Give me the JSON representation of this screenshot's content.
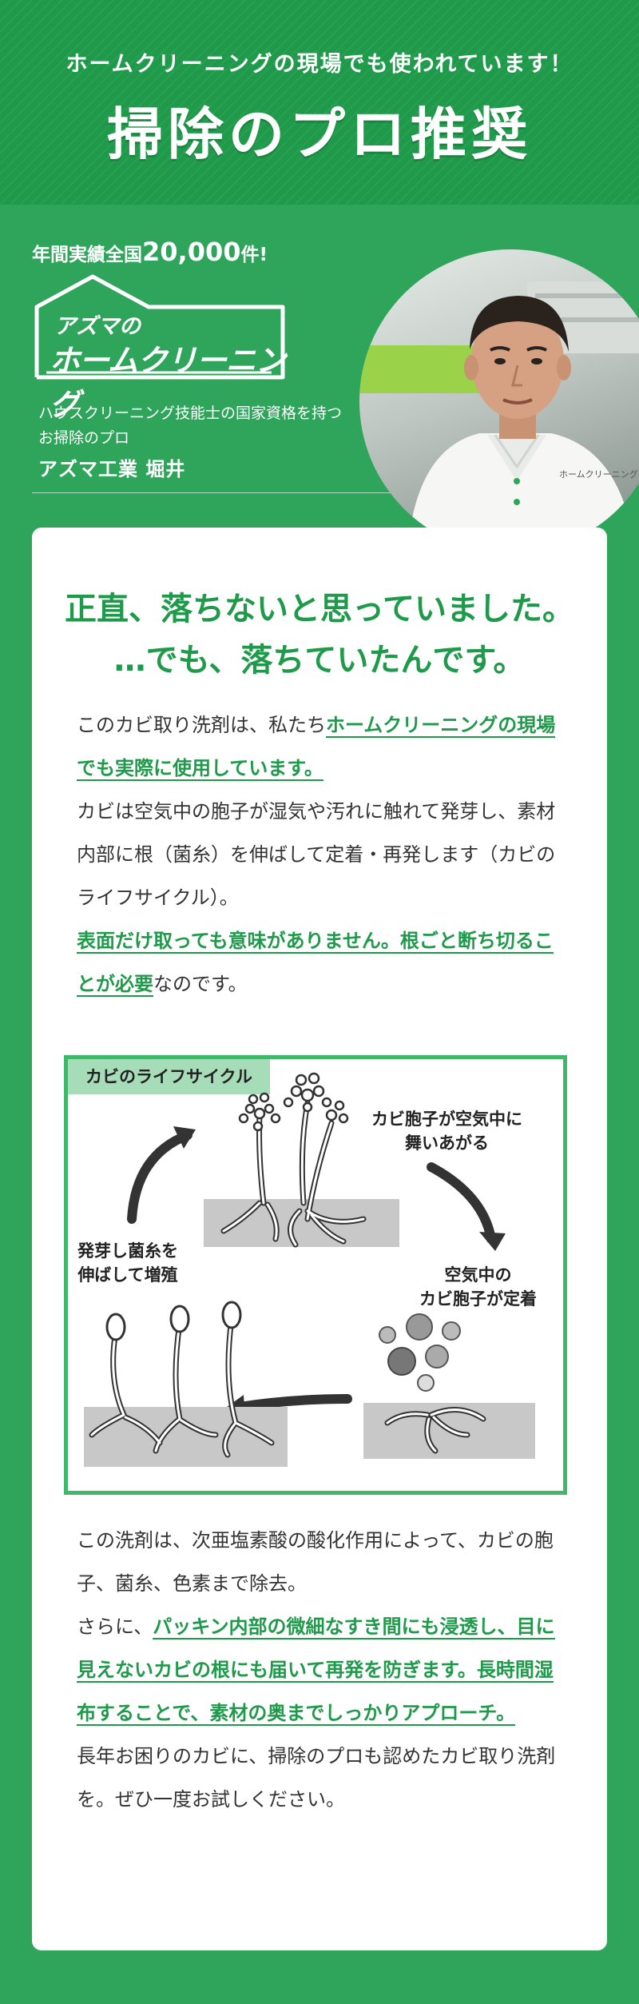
{
  "header": {
    "subtitle": "ホームクリーニングの現場でも使われています！",
    "title": "掃除のプロ推奨"
  },
  "profile": {
    "stat_prefix": "年間実績全国",
    "stat_number": "20,000",
    "stat_suffix": "件!",
    "logo_line1": "アズマの",
    "logo_line2": "ホームクリーニング",
    "qual_line1": "ハウスクリーニング技能士の国家資格を持つ",
    "qual_line2": "お掃除のプロ",
    "name": "アズマ工業 堀井",
    "shirt_logo": "ホームクリーニング"
  },
  "card": {
    "headline_line1": "正直、落ちないと思っていました。",
    "headline_line2": "…でも、落ちていたんです。",
    "p1_a": "このカビ取り洗剤は、私たち",
    "p1_hl": "ホームクリーニングの現場でも実際に使用しています。",
    "p2": "カビは空気中の胞子が湿気や汚れに触れて発芽し、素材内部に根（菌糸）を伸ばして定着・再発します（カビのライフサイクル）。",
    "p3_hl": "表面だけ取っても意味がありません。根ごと断ち切ることが必要",
    "p3_b": "なのです。",
    "p4": "この洗剤は、次亜塩素酸の酸化作用によって、カビの胞子、菌糸、色素まで除去。",
    "p5_a": "さらに、",
    "p5_hl": "パッキン内部の微細なすき間にも浸透し、目に見えないカビの根にも届いて再発を防ぎます。長時間湿布することで、素材の奥までしっかりアプローチ。",
    "p6": "長年お困りのカビに、掃除のプロも認めたカビ取り洗剤を。ぜひ一度お試しください。"
  },
  "diagram": {
    "tag": "カビのライフサイクル",
    "label_top_right_1": "カビ胞子が空気中に",
    "label_top_right_2": "舞いあがる",
    "label_right_1": "空気中の",
    "label_right_2": "カビ胞子が定着",
    "label_left_1": "発芽し菌糸を",
    "label_left_2": "伸ばして増殖"
  },
  "colors": {
    "brand_green": "#1f9a4b",
    "background_green": "#2ea55a",
    "diagram_border": "#3fb86a",
    "diagram_tag": "#a7dcb9"
  }
}
